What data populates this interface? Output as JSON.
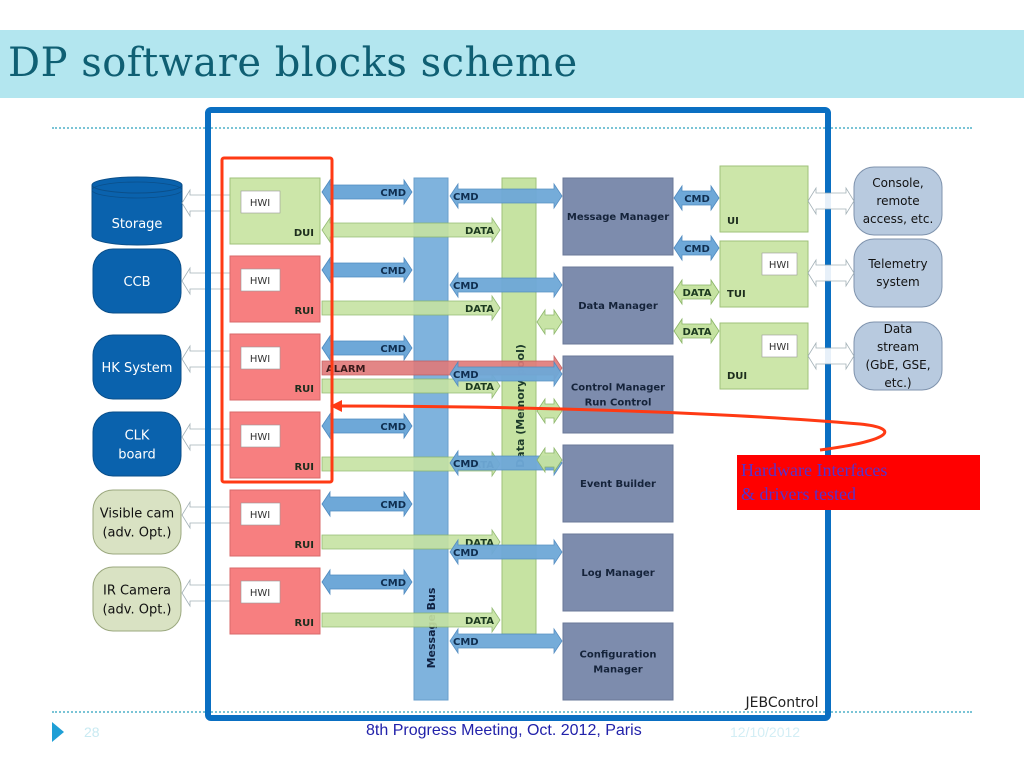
{
  "slide": {
    "title": "DP software blocks scheme",
    "page_number": "28",
    "footer_text": "8th Progress Meeting, Oct. 2012, Paris",
    "date": "12/10/2012"
  },
  "colors": {
    "title_band": "#b3e6ef",
    "frame_blue": "#0a6fc2",
    "highlight_red": "#ff3a14",
    "ui_green": "#cce6a9",
    "rui_red": "#f77f80",
    "manager_slate": "#7d8cad",
    "bus_blue": "#7fb3dd",
    "cmd_arrow": "#6ea8d8",
    "data_arrow": "#c6e3a2",
    "alarm_arrow": "#e07a7a",
    "ext_dark_blue": "#0a62ad",
    "ext_olive": "#d9e2c3",
    "ext_light_blue": "#b8cadf",
    "note_bg": "#ff0000",
    "note_text": "#5533cc"
  },
  "diagram": {
    "frame_label": "JEBControl",
    "message_bus_label": "Message Bus",
    "memory_pool_label": "Data (Memory pool)",
    "hwi_label": "HWI",
    "cmd_label": "CMD",
    "data_label": "DATA",
    "alarm_label": "ALARM",
    "external_left": [
      {
        "label": [
          "Storage"
        ],
        "shape": "cylinder",
        "style": "dark"
      },
      {
        "label": [
          "CCB"
        ],
        "shape": "rounded",
        "style": "dark"
      },
      {
        "label": [
          "HK System"
        ],
        "shape": "rounded",
        "style": "dark"
      },
      {
        "label": [
          "CLK",
          "board"
        ],
        "shape": "rounded",
        "style": "dark"
      },
      {
        "label": [
          "Visible cam",
          "(adv. Opt.)"
        ],
        "shape": "rounded",
        "style": "olive"
      },
      {
        "label": [
          "IR Camera",
          "(adv. Opt.)"
        ],
        "shape": "rounded",
        "style": "olive"
      }
    ],
    "interfaces_left": [
      {
        "name": "DUI",
        "type": "green"
      },
      {
        "name": "RUI",
        "type": "red"
      },
      {
        "name": "RUI",
        "type": "red"
      },
      {
        "name": "RUI",
        "type": "red"
      },
      {
        "name": "RUI",
        "type": "red"
      },
      {
        "name": "RUI",
        "type": "red"
      }
    ],
    "managers": [
      {
        "label": [
          "Message Manager"
        ]
      },
      {
        "label": [
          "Data Manager"
        ]
      },
      {
        "label": [
          "Control Manager",
          "Run Control"
        ]
      },
      {
        "label": [
          "Event Builder"
        ]
      },
      {
        "label": [
          "Log Manager"
        ]
      },
      {
        "label": [
          "Configuration",
          "Manager"
        ]
      }
    ],
    "interfaces_right": [
      {
        "name": "UI",
        "has_hwi": false
      },
      {
        "name": "TUI",
        "has_hwi": true
      },
      {
        "name": "DUI",
        "has_hwi": true
      }
    ],
    "right_links": [
      "CMD",
      "CMD",
      "DATA",
      "DATA"
    ],
    "external_right": [
      {
        "label": [
          "Console,",
          "remote",
          "access, etc."
        ]
      },
      {
        "label": [
          "Telemetry",
          "system"
        ]
      },
      {
        "label": [
          "Data",
          "stream",
          "(GbE, GSE,",
          "etc.)"
        ]
      }
    ],
    "annotation": [
      "Hardware Interfaces",
      "& drivers tested"
    ]
  }
}
